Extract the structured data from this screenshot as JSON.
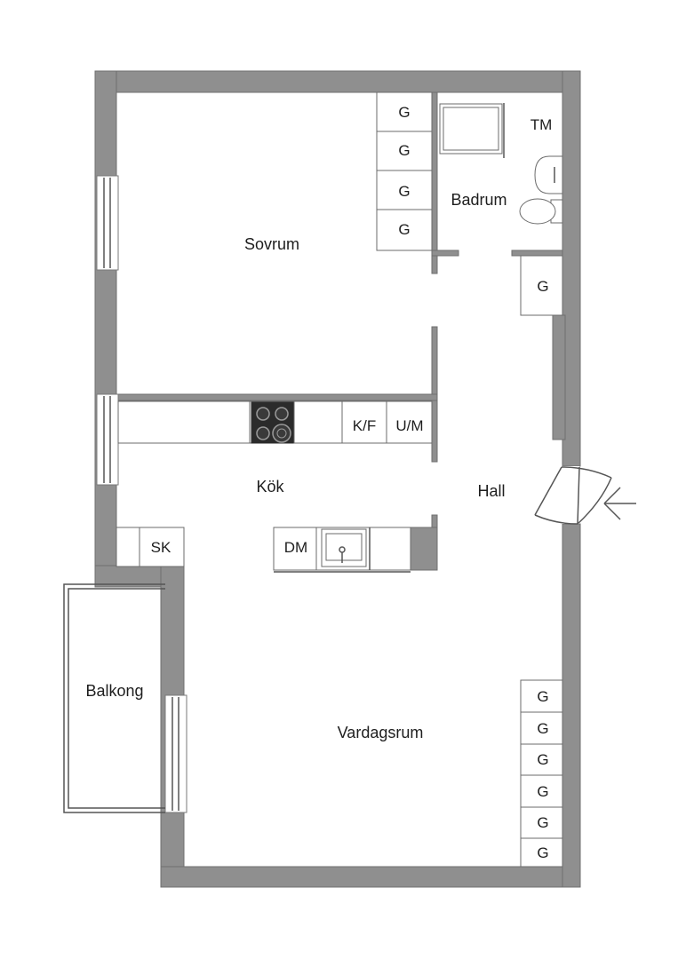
{
  "rooms": {
    "sovrum": "Sovrum",
    "badrum": "Badrum",
    "kok": "Kök",
    "hall": "Hall",
    "vardagsrum": "Vardagsrum",
    "balkong": "Balkong"
  },
  "fixtures": {
    "wardrobe": "G",
    "washing_machine": "TM",
    "fridge_freezer": "K/F",
    "oven_micro": "U/M",
    "dishwasher": "DM",
    "tall_cabinet": "SK"
  },
  "colors": {
    "wall": "#8f8f8f",
    "background": "#ffffff",
    "stove": "#2b2b2b"
  }
}
